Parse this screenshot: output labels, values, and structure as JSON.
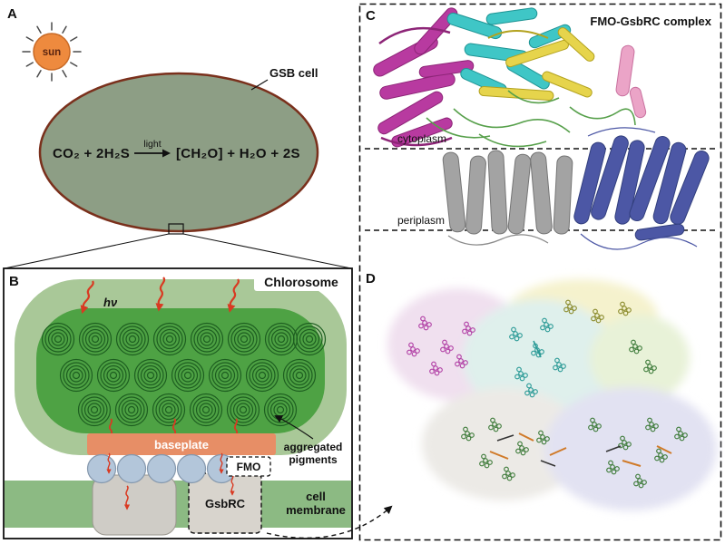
{
  "colors": {
    "sun_fill": "#ee8a3e",
    "sun_stroke": "#c96a26",
    "cell_fill": "#8d9e85",
    "cell_stroke": "#7a301c",
    "chlorosome_outer": "#a9c898",
    "chlorosome_inner": "#4ea244",
    "pigment_ring": "#1d5e20",
    "photon_red": "#d93a22",
    "baseplate_fill": "#e78e66",
    "fmo_circle_fill": "#b3c6da",
    "fmo_circle_stroke": "#8598ad",
    "membrane_fill": "#8cba83",
    "reaction_center_fill": "#cfccc6",
    "gsbrc_box_fill": "#d8d4cd"
  },
  "panel_a": {
    "label": "A",
    "sun_label": "sun",
    "cell_label": "GSB cell",
    "equation_left": "CO₂ + 2H₂S",
    "equation_arrow_label": "light",
    "equation_right": "[CH₂O] + H₂O + 2S"
  },
  "panel_b": {
    "label": "B",
    "photon_label": "hν",
    "chlorosome_label": "Chlorosome",
    "baseplate_label": "baseplate",
    "fmo_label": "FMO",
    "aggregated_pigments_line1": "aggregated",
    "aggregated_pigments_line2": "pigments",
    "gsbrc_label": "GsbRC",
    "membrane_label_line1": "cell",
    "membrane_label_line2": "membrane"
  },
  "panel_c": {
    "label": "C",
    "title": "FMO-GsbRC complex",
    "cytoplasm_label": "cytoplasm",
    "periplasm_label": "periplasm"
  },
  "panel_d": {
    "label": "D"
  }
}
